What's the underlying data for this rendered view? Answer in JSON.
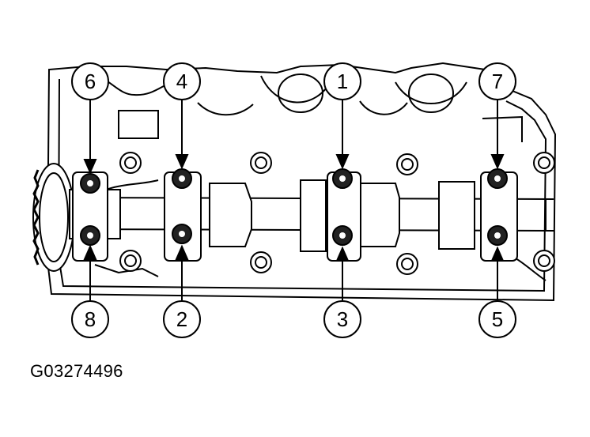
{
  "figure": {
    "id": "G03274496",
    "callouts": [
      {
        "label": "1"
      },
      {
        "label": "2"
      },
      {
        "label": "3"
      },
      {
        "label": "4"
      },
      {
        "label": "5"
      },
      {
        "label": "6"
      },
      {
        "label": "7"
      },
      {
        "label": "8"
      }
    ]
  }
}
